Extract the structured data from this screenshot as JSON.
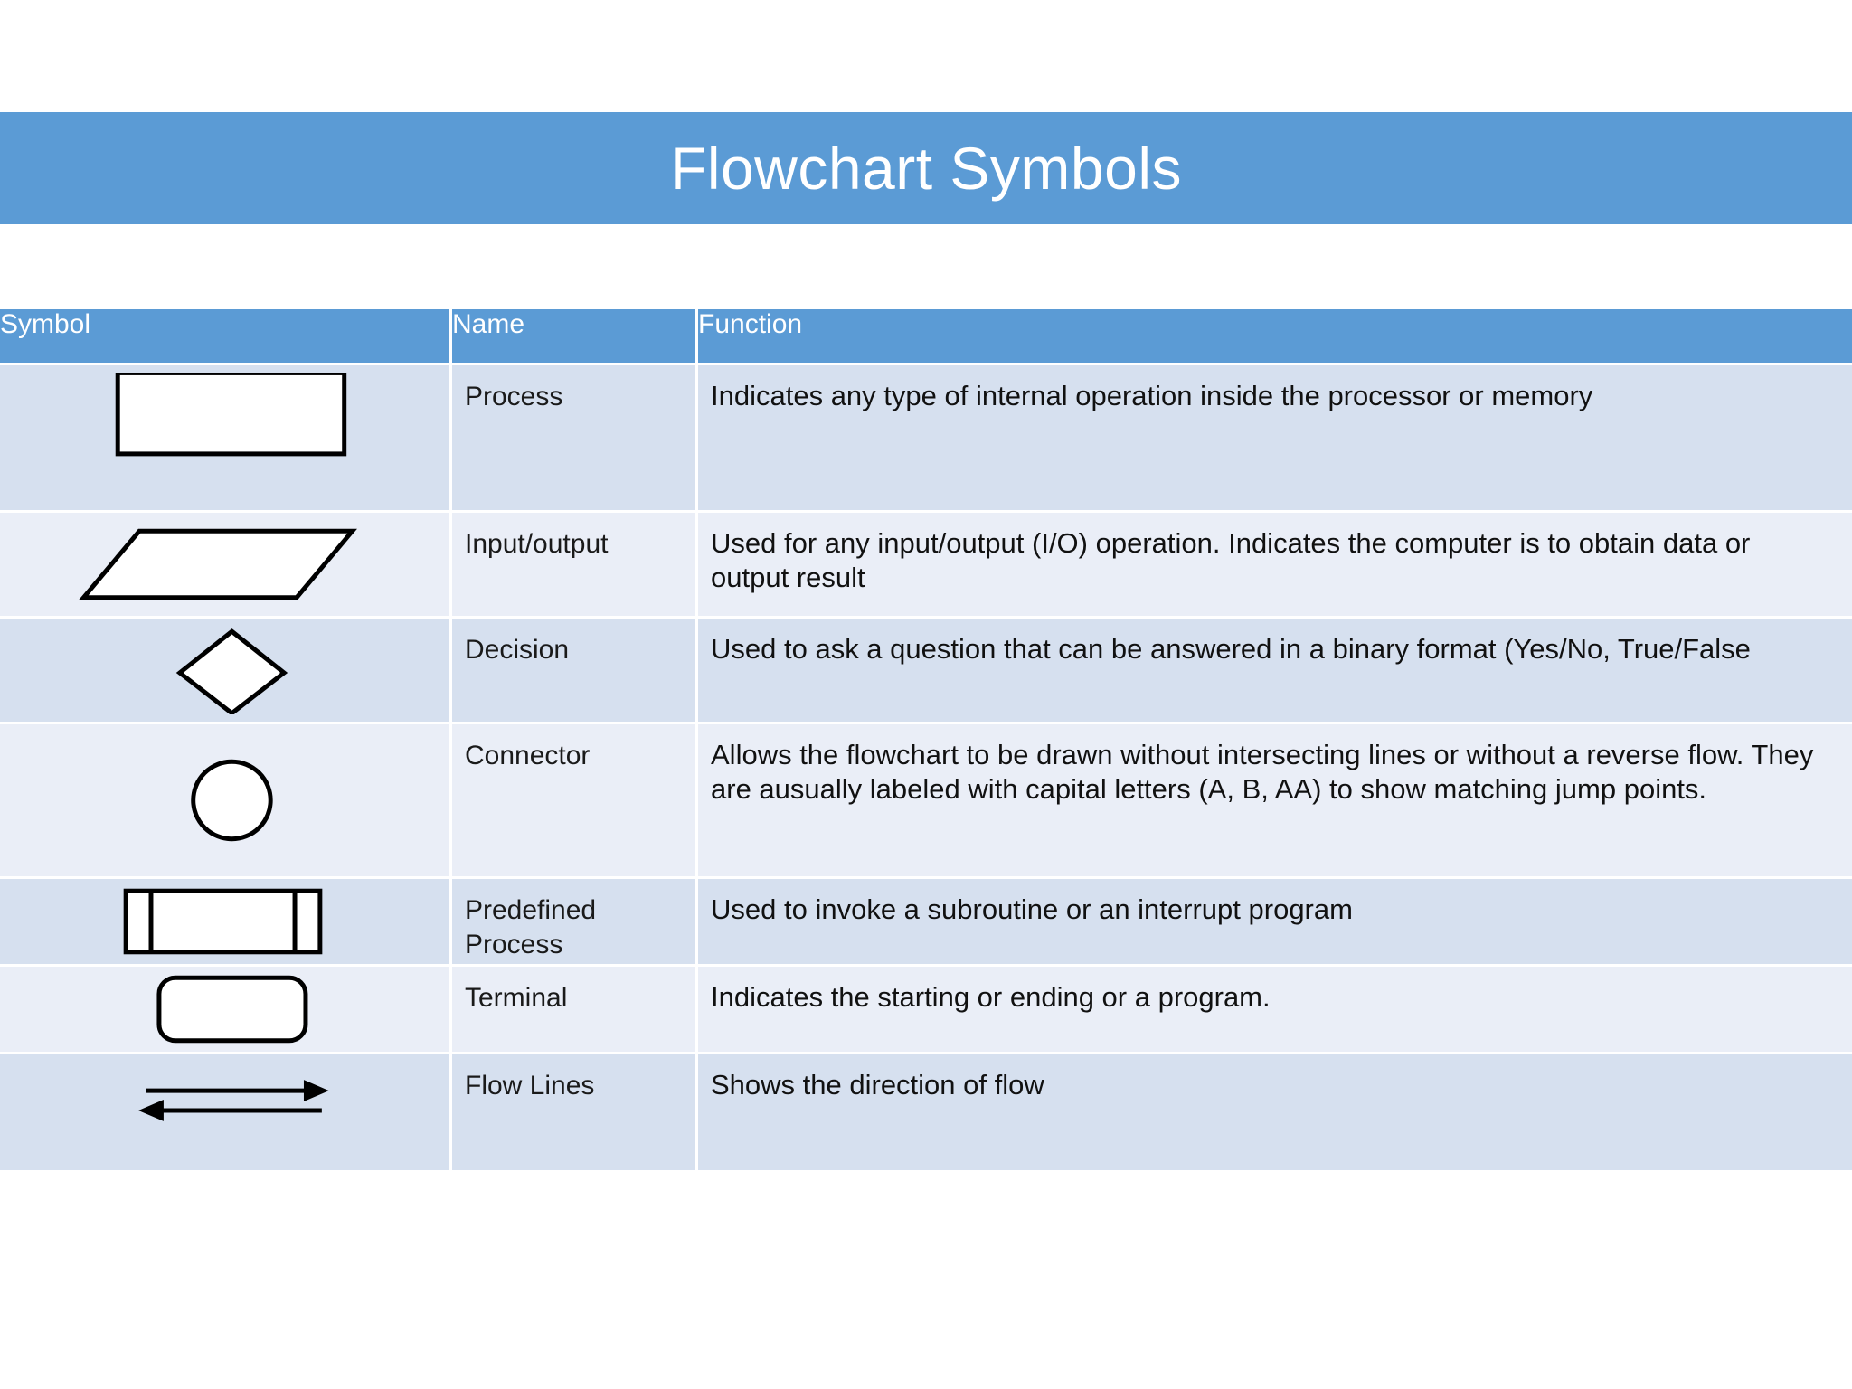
{
  "slide": {
    "title": "Flowchart Symbols",
    "banner_color": "#5b9bd5",
    "header_text_color": "#ffffff",
    "row_dark_color": "#d6e0ef",
    "row_light_color": "#eaeef7"
  },
  "table": {
    "columns": [
      "Symbol",
      "Name",
      "Function"
    ],
    "rows": [
      {
        "symbol_icon": "rectangle-process-icon",
        "name": "Process",
        "function": "Indicates any type of internal operation inside the processor or memory"
      },
      {
        "symbol_icon": "parallelogram-input-output-icon",
        "name": "Input/output",
        "function": "Used for any input/output (I/O) operation. Indicates the computer is to obtain data or output result"
      },
      {
        "symbol_icon": "diamond-decision-icon",
        "name": "Decision",
        "function": "Used to ask a question that can be answered in a binary format (Yes/No, True/False"
      },
      {
        "symbol_icon": "circle-connector-icon",
        "name": "Connector",
        "function": "Allows the flowchart to be drawn without intersecting lines or without a reverse flow. They are ausually labeled with capital letters (A, B, AA) to show matching jump points."
      },
      {
        "symbol_icon": "predefined-process-icon",
        "name": "Predefined Process",
        "function": "Used to invoke a subroutine or an interrupt program"
      },
      {
        "symbol_icon": "rounded-rectangle-terminal-icon",
        "name": "Terminal",
        "function": "Indicates the starting or ending or a program."
      },
      {
        "symbol_icon": "double-arrow-flow-lines-icon",
        "name": "Flow Lines",
        "function": "Shows the direction of flow"
      }
    ]
  }
}
